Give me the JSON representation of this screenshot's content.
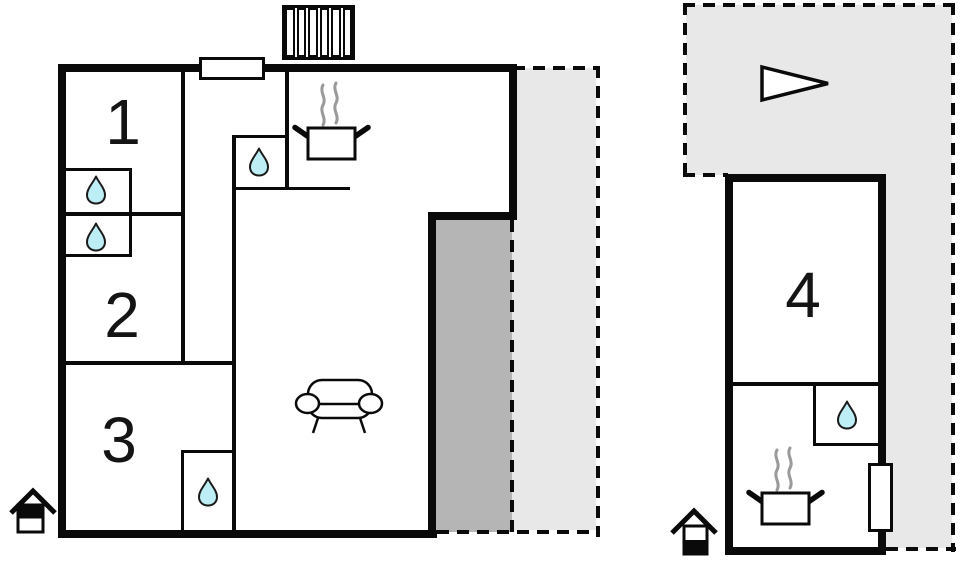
{
  "title": "holiday-home-floor-plan",
  "colors": {
    "wall": "#0a0a0a",
    "terrace_open": "#e8e8e8",
    "terrace_covered": "#b5b5b5",
    "water_fill": "#bdeef5",
    "steam": "#9a9a9a"
  },
  "buildings": {
    "main": {
      "name": "main-house",
      "rooms": [
        {
          "label": "1"
        },
        {
          "label": "2"
        },
        {
          "label": "3"
        }
      ],
      "features": [
        "radiator-stairs",
        "window-marker",
        "water-drop-bath-room1",
        "water-drop-bath-room2",
        "water-drop-bath-hall",
        "water-drop-bath-room3",
        "stove-with-steam",
        "sofa",
        "house-level-indicator",
        "covered-terrace",
        "open-terrace"
      ]
    },
    "annex": {
      "name": "annex-house",
      "rooms": [
        {
          "label": "4"
        }
      ],
      "features": [
        "water-drop-bath",
        "stove-with-steam",
        "door-marker",
        "house-level-indicator",
        "direction-arrow",
        "open-terrace"
      ]
    }
  }
}
